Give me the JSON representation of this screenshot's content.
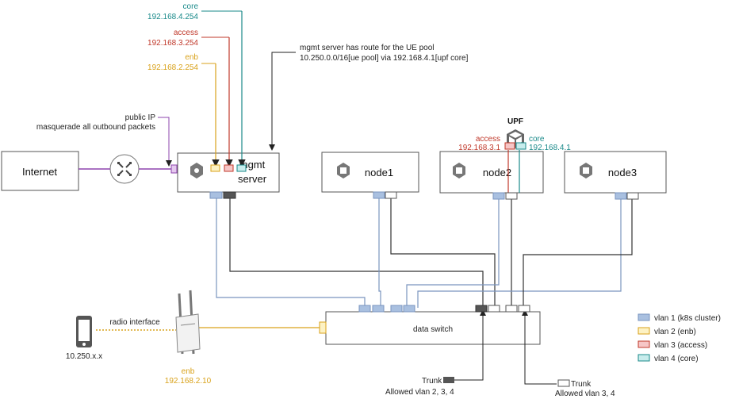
{
  "labels": {
    "core": "core",
    "core_ip": "192.168.4.254",
    "access": "access",
    "access_ip": "192.168.3.254",
    "enb": "enb",
    "enb_ip": "192.168.2.254",
    "mgmt_note_1": "mgmt server has route for the UE pool",
    "mgmt_note_2": "10.250.0.0/16[ue pool] via 192.168.4.1[upf core]",
    "public_ip": "public IP",
    "masquerade": "masquerade all outbound packets",
    "upf": "UPF",
    "upf_access": "access",
    "upf_access_ip": "192.168.3.1",
    "upf_core": "core",
    "upf_core_ip": "192.168.4.1",
    "radio_interface": "radio interface",
    "ue_ip": "10.250.x.x",
    "enb_device": "enb",
    "enb_device_ip": "192.168.2.10",
    "trunk_left": "Trunk",
    "trunk_left_allowed": "Allowed vlan 2, 3, 4",
    "trunk_right": "Trunk",
    "trunk_right_allowed": "Allowed vlan 3, 4"
  },
  "boxes": {
    "internet": "Internet",
    "mgmt_line1": "mgmt",
    "mgmt_line2": "server",
    "node1": "node1",
    "node2": "node2",
    "node3": "node3",
    "data_switch": "data switch"
  },
  "legend": [
    {
      "label": "vlan 1 (k8s cluster)",
      "color": "#a9c0e0"
    },
    {
      "label": "vlan 2 (enb)",
      "color": "#fdf2c4"
    },
    {
      "label": "vlan 3 (access)",
      "color": "#f6c6c6"
    },
    {
      "label": "vlan 4 (core)",
      "color": "#c8ecec"
    }
  ],
  "colors": {
    "vlan1_port": "#a9c0e0",
    "vlan2_port": "#fdf2c4",
    "vlan3_port": "#f6c6c6",
    "vlan4_port": "#c8ecec",
    "trunk_dark": "#555555",
    "core_line": "#1a8a8a",
    "access_line": "#c0392b",
    "enb_line": "#d9a21b",
    "internet_line": "#8e44ad"
  },
  "icons": {
    "router": "router-icon",
    "gear_chip": "chip-icon",
    "upf": "cube-icon",
    "phone": "phone-icon",
    "antenna": "antenna-icon"
  }
}
